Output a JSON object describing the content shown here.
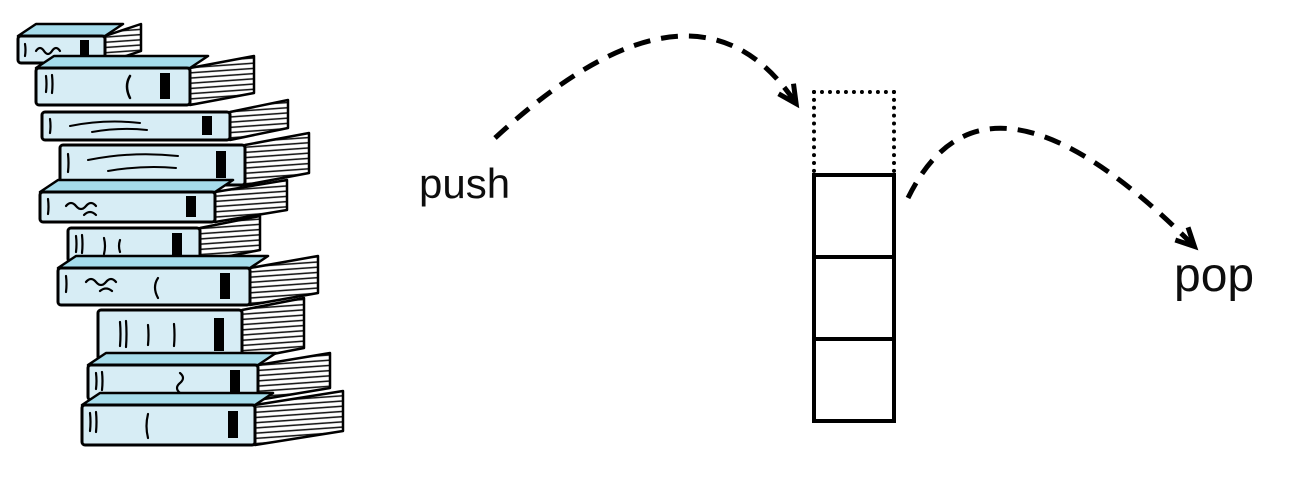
{
  "labels": {
    "push": "push",
    "pop": "pop"
  },
  "stack": {
    "slots": [
      {
        "style": "dotted"
      },
      {
        "style": "solid"
      },
      {
        "style": "solid"
      },
      {
        "style": "solid"
      }
    ]
  },
  "icons": {
    "book_stack": "stack-of-books-clipart",
    "push_arrow": "dashed-arc-arrow-right-down",
    "pop_arrow": "dashed-arc-arrow-right-down"
  },
  "colors": {
    "background": "#ffffff",
    "outline": "#000000",
    "text": "#0d0d0d",
    "book_spine": "#d7edf5",
    "book_top": "#a6dceb",
    "book_pages": "#ffffff"
  }
}
